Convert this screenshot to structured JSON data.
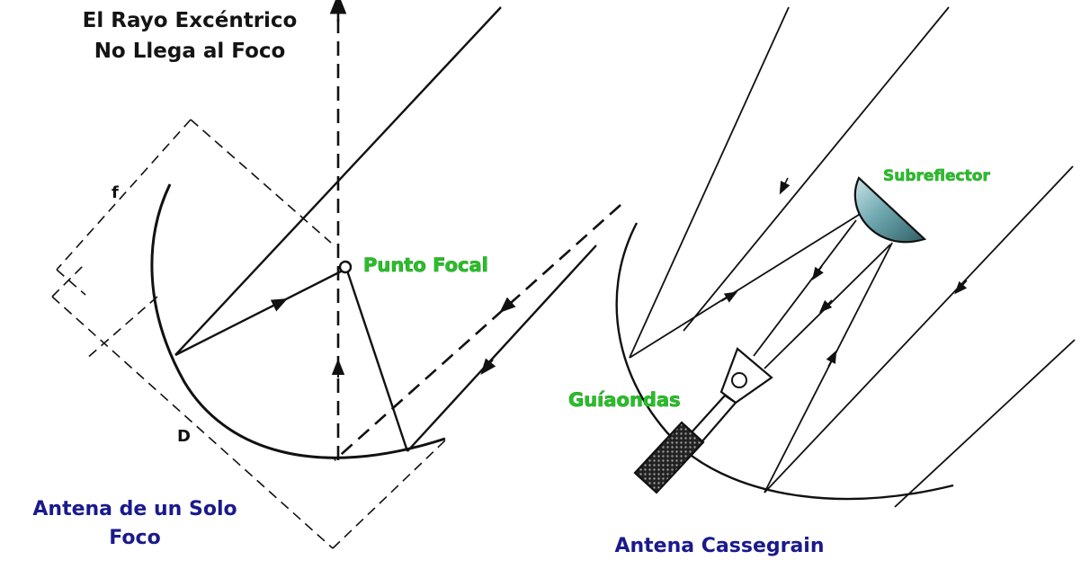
{
  "labels": {
    "excentric_line1": "El Rayo Excéntrico",
    "excentric_line2": "No Llega al Foco",
    "focal_point": "Punto Focal",
    "f": "f",
    "d": "D",
    "single_focus_line1": "Antena de un Solo",
    "single_focus_line2": "Foco",
    "subreflector": "Subreflector",
    "waveguide": "Guíaondas",
    "cassegrain": "Antena Cassegrain"
  },
  "colors": {
    "line": "#111111",
    "title_blue": "#1a1a8c",
    "label_green": "#27c027",
    "subreflector_fill": "#5f9aa3"
  }
}
